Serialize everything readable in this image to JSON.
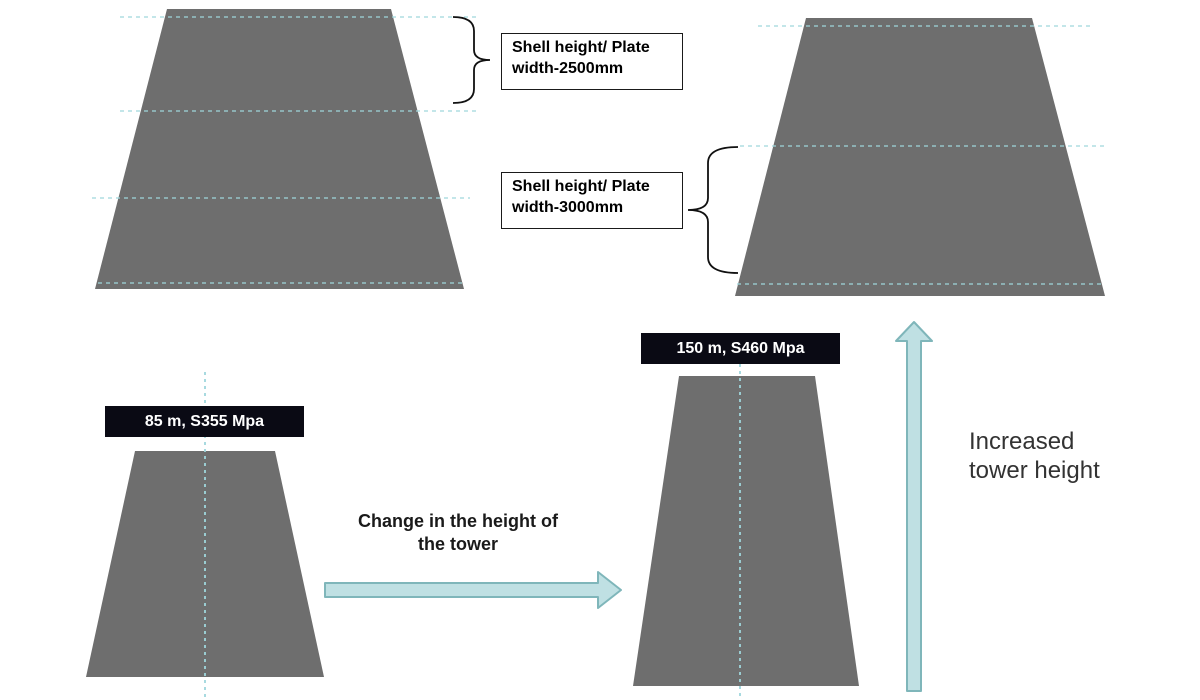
{
  "callouts": {
    "shell_2500": {
      "line1": "Shell height/ Plate",
      "line2": "width-2500mm"
    },
    "shell_3000": {
      "line1": "Shell height/ Plate",
      "line2": "width-3000mm"
    }
  },
  "tags": {
    "tower_85": "85 m, S355 Mpa",
    "tower_150": "150 m, S460 Mpa"
  },
  "annotations": {
    "change_line1": "Change in the height of",
    "change_line2": "the tower",
    "increased_line1": "Increased",
    "increased_line2": "tower height"
  },
  "colors": {
    "shell_gray": "#6e6e6e",
    "guide_cyan": "#9fd6dc",
    "arrow_fill": "#bfe0e3",
    "arrow_stroke": "#7fb6ba",
    "tag_bg": "#0a0a14"
  }
}
